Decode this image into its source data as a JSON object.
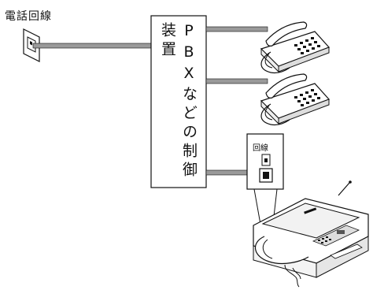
{
  "labels": {
    "phone_line": "電話回線",
    "pbx": "PBXなどの制御装置",
    "inset_line": "回線"
  },
  "icons": [
    "wall-jack-icon",
    "telephone-icon",
    "telephone-icon",
    "fax-machine-icon",
    "line-port-icon"
  ],
  "colors": {
    "cable": "#9a9a9a",
    "stroke": "#111111"
  }
}
